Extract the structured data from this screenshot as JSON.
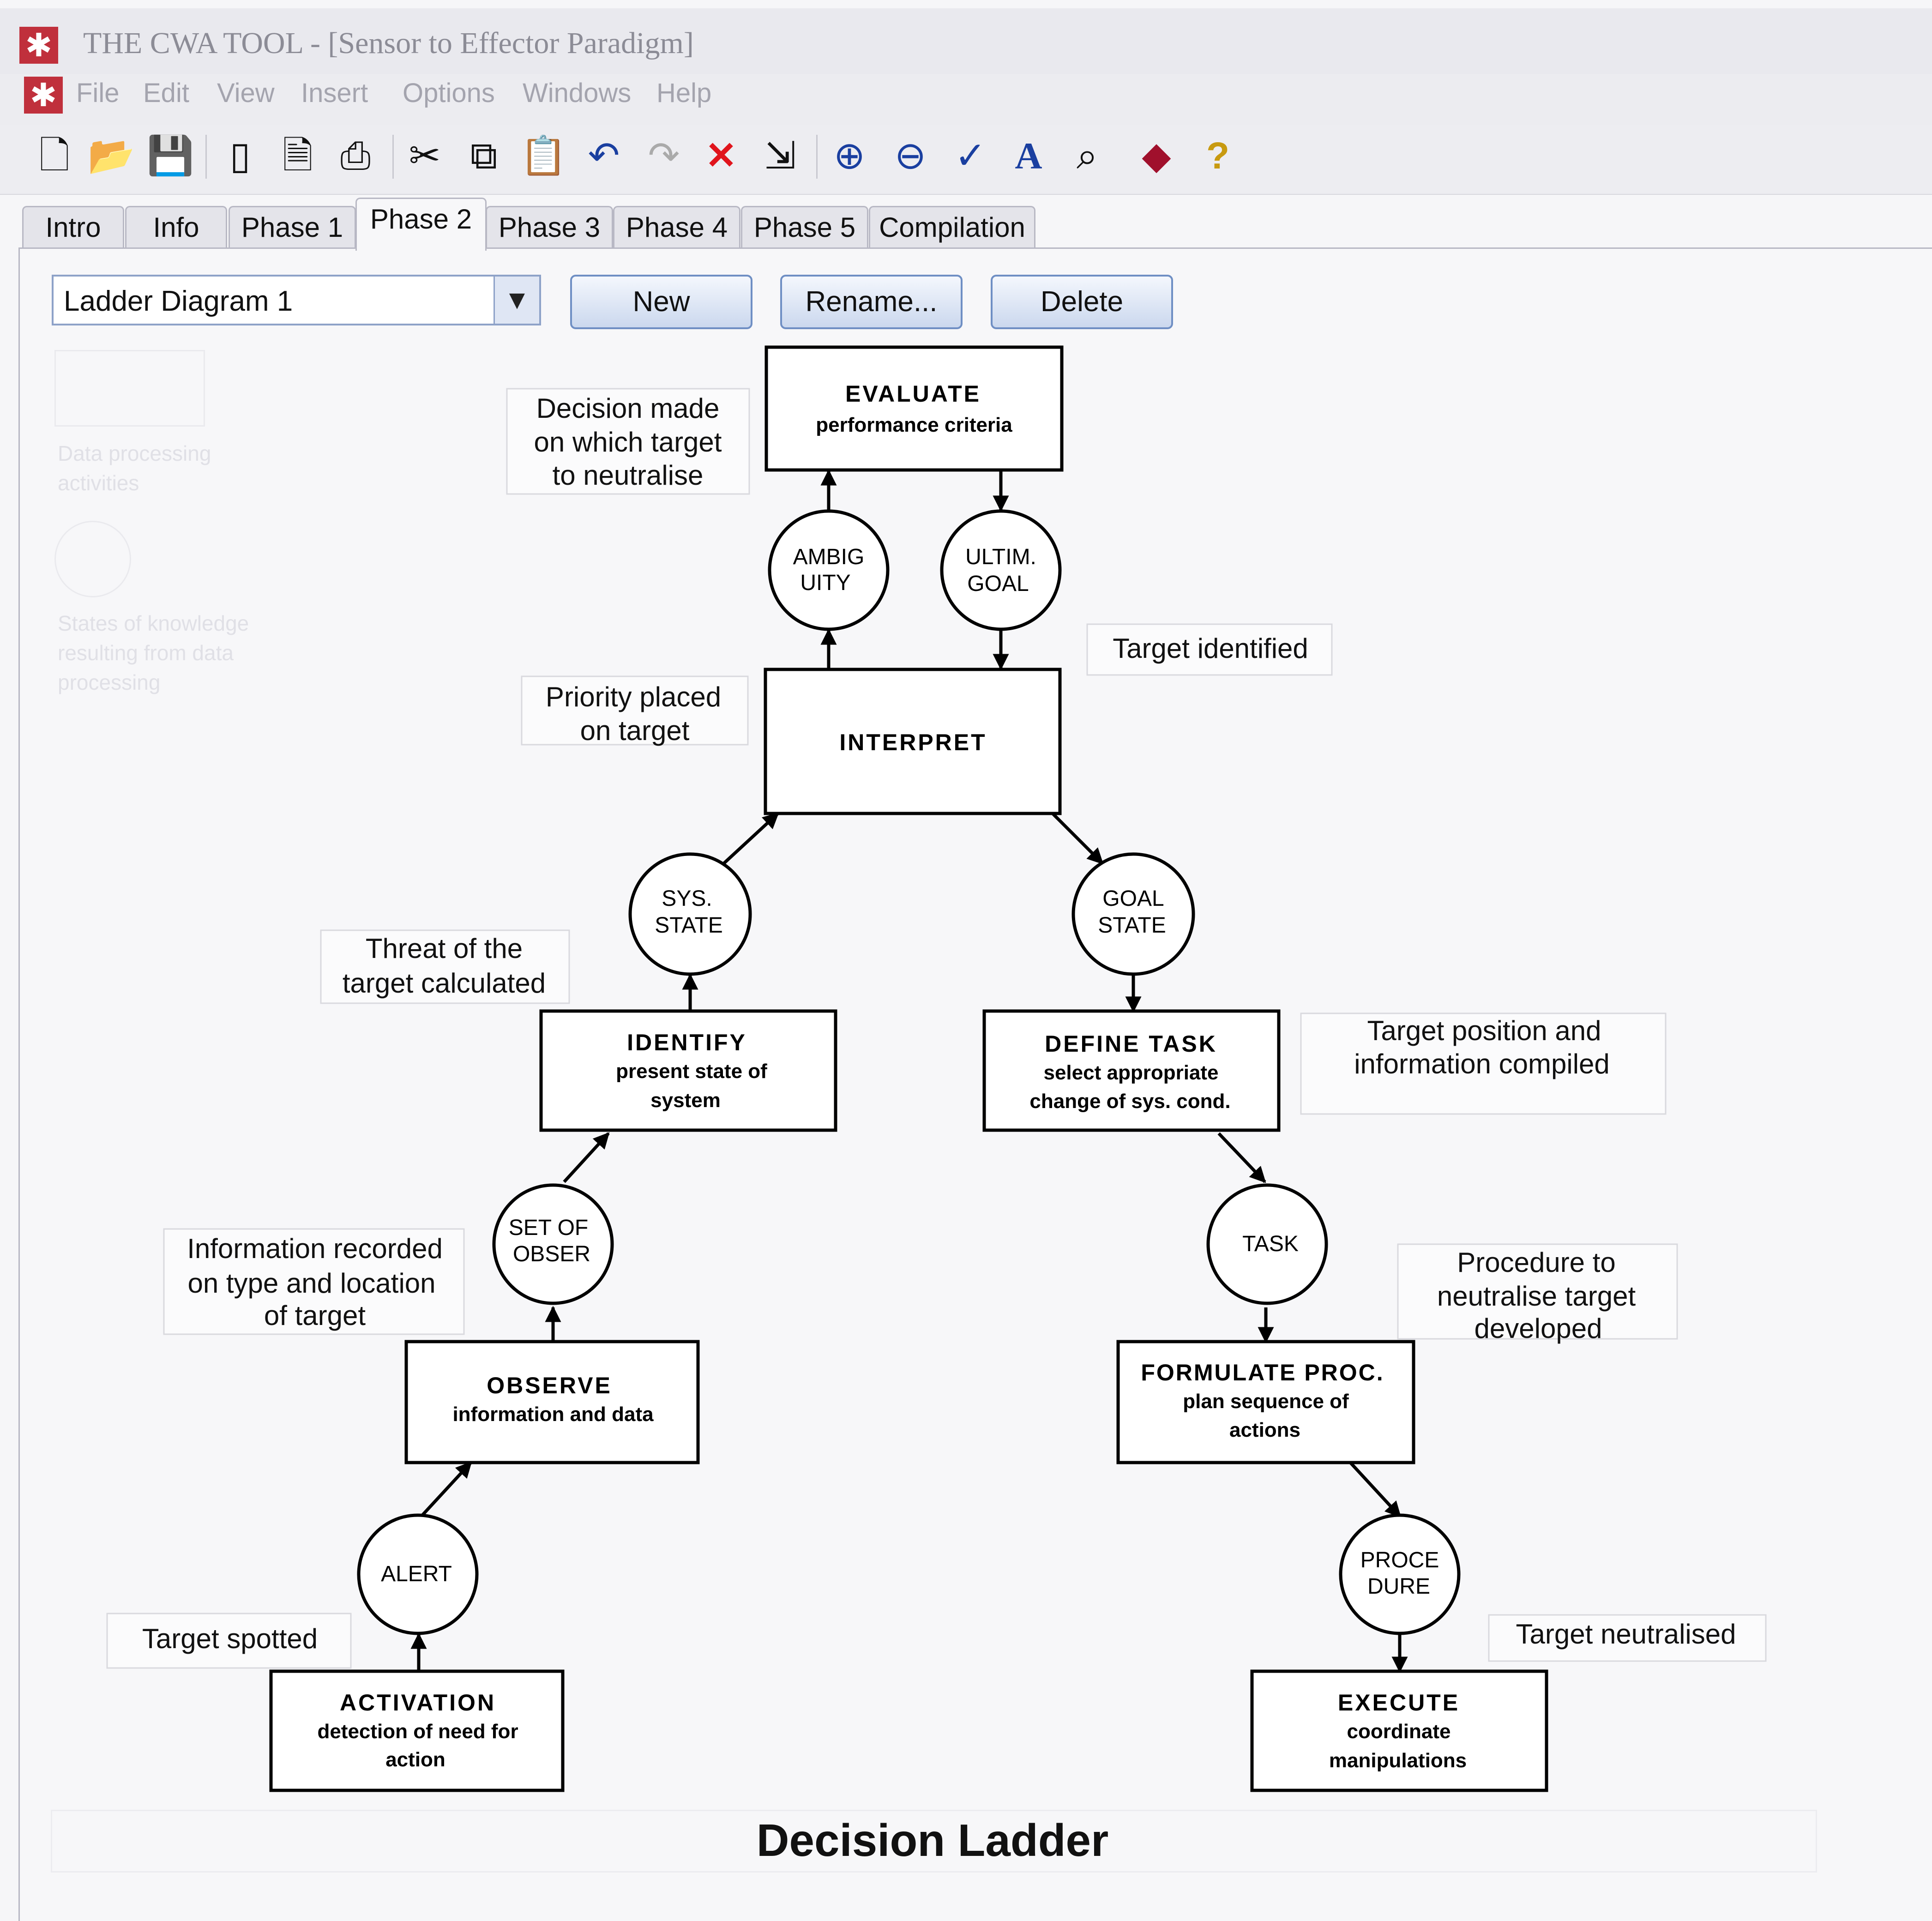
{
  "window": {
    "title": "THE CWA TOOL - [Sensor to Effector Paradigm]"
  },
  "menu": {
    "items": [
      "File",
      "Edit",
      "View",
      "Insert",
      "Options",
      "Windows",
      "Help"
    ]
  },
  "toolbar": {
    "icons": [
      "new-document-icon",
      "open-folder-icon",
      "save-icon",
      "print-setup-icon",
      "print-preview-icon",
      "print-icon",
      "cut-icon",
      "copy-icon",
      "paste-icon",
      "undo-icon",
      "redo-icon",
      "delete-icon",
      "import-icon",
      "zoom-in-icon",
      "zoom-out-icon",
      "spell-check-icon",
      "font-icon",
      "find-icon",
      "book-icon",
      "help-icon"
    ]
  },
  "tabs": [
    {
      "label": "Intro"
    },
    {
      "label": "Info"
    },
    {
      "label": "Phase 1"
    },
    {
      "label": "Phase 2",
      "active": true
    },
    {
      "label": "Phase 3"
    },
    {
      "label": "Phase 4"
    },
    {
      "label": "Phase 5"
    },
    {
      "label": "Compilation"
    }
  ],
  "diagram_selector": {
    "value": "Ladder Diagram 1"
  },
  "buttons": {
    "new": "New",
    "rename": "Rename...",
    "delete": "Delete"
  },
  "ghost_legend": {
    "activities": "Data processing activities",
    "states": "States of knowledge resulting from data processing"
  },
  "ladder": {
    "boxes": {
      "evaluate": {
        "title": "EVALUATE",
        "sub1": "performance criteria",
        "sub2": ""
      },
      "interpret": {
        "title": "INTERPRET",
        "sub1": "",
        "sub2": ""
      },
      "identify": {
        "title": "IDENTIFY",
        "sub1": "present state of",
        "sub2": "system"
      },
      "define_task": {
        "title": "DEFINE TASK",
        "sub1": "select appropriate",
        "sub2": "change of sys. cond."
      },
      "observe": {
        "title": "OBSERVE",
        "sub1": "information and data",
        "sub2": ""
      },
      "formulate": {
        "title": "FORMULATE PROC.",
        "sub1": "plan sequence of",
        "sub2": "actions"
      },
      "activation": {
        "title": "ACTIVATION",
        "sub1": "detection of need for",
        "sub2": "action"
      },
      "execute": {
        "title": "EXECUTE",
        "sub1": "coordinate",
        "sub2": "manipulations"
      }
    },
    "states": {
      "ambiguity": {
        "line1": "AMBIG",
        "line2": "UITY"
      },
      "ultim_goal": {
        "line1": "ULTIM.",
        "line2": "GOAL"
      },
      "sys_state": {
        "line1": "SYS.",
        "line2": "STATE"
      },
      "goal_state": {
        "line1": "GOAL",
        "line2": "STATE"
      },
      "set_of_obser": {
        "line1": "SET OF",
        "line2": "OBSER"
      },
      "task": {
        "line1": "TASK",
        "line2": ""
      },
      "alert": {
        "line1": "ALERT",
        "line2": ""
      },
      "procedure": {
        "line1": "PROCE",
        "line2": "DURE"
      }
    },
    "annotations": {
      "decision": [
        "Decision made",
        "on which target",
        "to neutralise"
      ],
      "priority": [
        "Priority placed",
        "on target"
      ],
      "target_identified": [
        "Target identified"
      ],
      "threat": [
        "Threat of the",
        "target calculated"
      ],
      "position": [
        "Target position and",
        "information compiled"
      ],
      "recorded": [
        "Information recorded",
        "on type and location",
        "of target"
      ],
      "procedure_dev": [
        "Procedure to",
        "neutralise target",
        "developed"
      ],
      "spotted": [
        "Target spotted"
      ],
      "neutralised": [
        "Target neutralised"
      ]
    },
    "title": "Decision Ladder"
  }
}
